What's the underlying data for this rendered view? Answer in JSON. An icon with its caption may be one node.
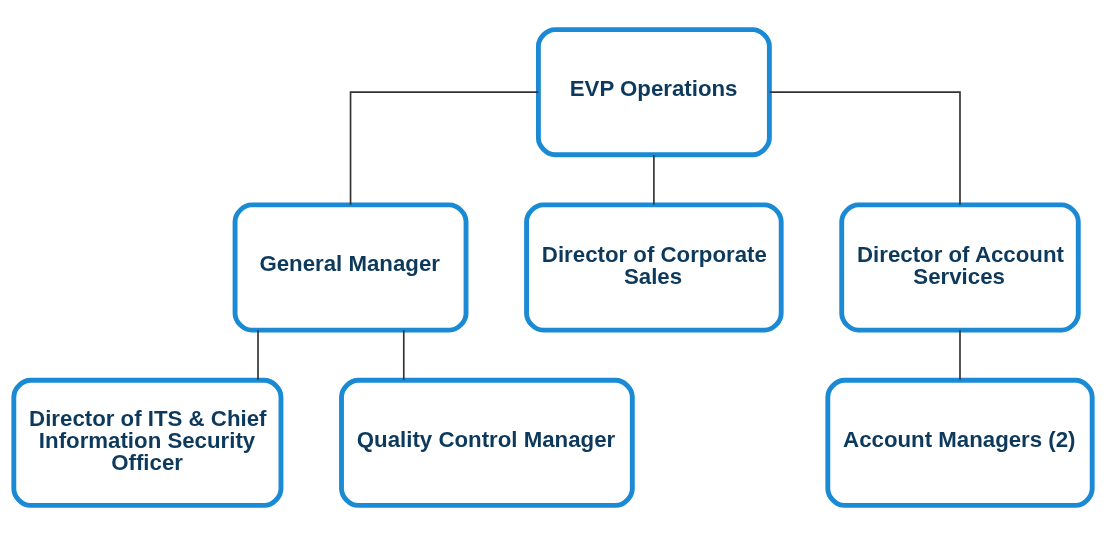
{
  "diagram": {
    "nodes": [
      {
        "text": [
          "EVP Operations"
        ]
      },
      {
        "text": [
          "General Manager"
        ]
      },
      {
        "text": [
          "Director of Corporate Sales"
        ]
      },
      {
        "text": [
          "Director of Account Services"
        ]
      },
      {
        "text": [
          "Director of ITS & Chief Information Security Officer"
        ]
      },
      {
        "text": [
          "Quality Control Manager"
        ]
      },
      {
        "text": [
          "Account Managers (2)"
        ]
      }
    ],
    "edges": [
      {
        "from": 0,
        "to": 1,
        "arrow": "none"
      },
      {
        "from": 0,
        "to": 2,
        "arrow": "none"
      },
      {
        "from": 0,
        "to": 3,
        "arrow": "none"
      },
      {
        "from": 1,
        "to": 4,
        "arrow": "none"
      },
      {
        "from": 1,
        "to": 5,
        "arrow": "none"
      },
      {
        "from": 3,
        "to": 6,
        "arrow": "none"
      }
    ]
  }
}
